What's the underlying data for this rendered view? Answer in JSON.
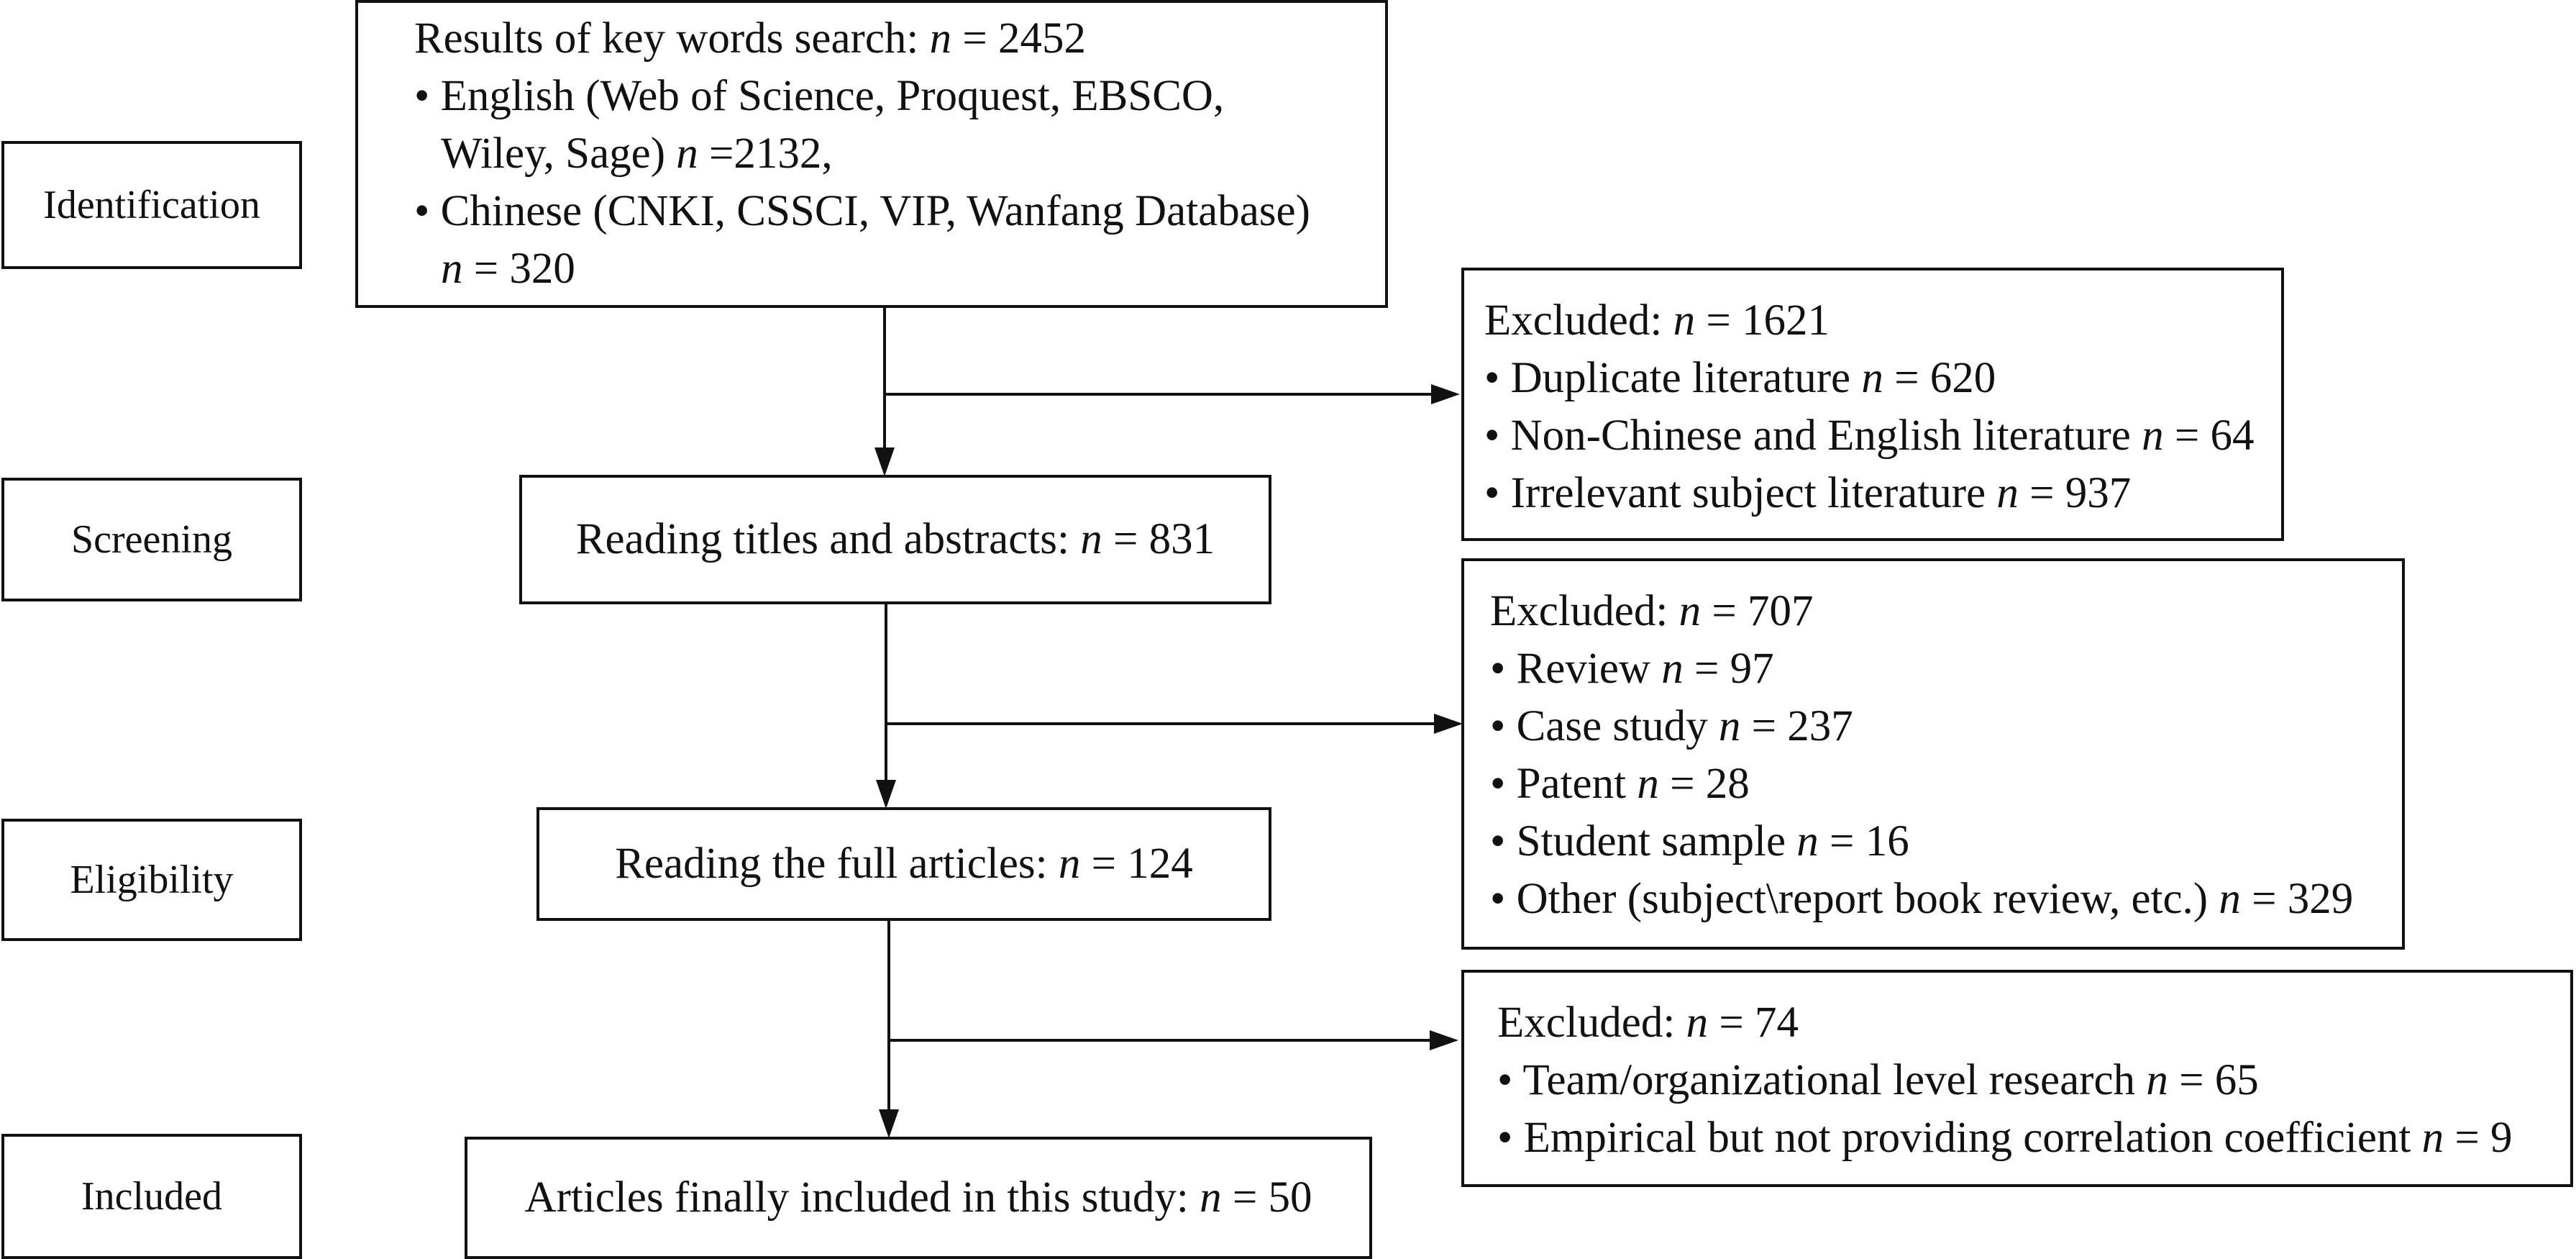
{
  "stages": {
    "identification": "Identification",
    "screening": "Screening",
    "eligibility": "Eligibility",
    "included": "Included"
  },
  "search_box": {
    "line1_text": "Results of key words search: ",
    "line1_n": "n",
    "line1_val": " = 2452",
    "line2_text": "• English (Web of Science, Proquest, EBSCO,",
    "line3_text": "Wiley, Sage) ",
    "line3_n": "n",
    "line3_val": " =2132,",
    "line4_text": "• Chinese (CNKI, CSSCI, VIP, Wanfang Database)",
    "line5_n": "n",
    "line5_val": " = 320"
  },
  "excluded1": {
    "head_text": "Excluded: ",
    "head_n": "n",
    "head_val": " = 1621",
    "items": [
      {
        "text": "• Duplicate literature ",
        "n": "n",
        "val": " = 620"
      },
      {
        "text": "• Non-Chinese and English literature ",
        "n": "n",
        "val": " = 64"
      },
      {
        "text": "• Irrelevant subject literature ",
        "n": "n",
        "val": " = 937"
      }
    ]
  },
  "screening_box": {
    "text": "Reading titles and abstracts: ",
    "n": "n",
    "val": " = 831"
  },
  "excluded2": {
    "head_text": "Excluded: ",
    "head_n": "n",
    "head_val": " = 707",
    "items": [
      {
        "text": "• Review ",
        "n": "n",
        "val": " = 97"
      },
      {
        "text": "• Case study ",
        "n": "n",
        "val": " = 237"
      },
      {
        "text": "• Patent ",
        "n": "n",
        "val": " = 28"
      },
      {
        "text": "• Student sample ",
        "n": "n",
        "val": " = 16"
      },
      {
        "text": "• Other (subject\\report book review, etc.) ",
        "n": "n",
        "val": " = 329"
      }
    ]
  },
  "eligibility_box": {
    "text": "Reading the full articles: ",
    "n": "n",
    "val": " = 124"
  },
  "excluded3": {
    "head_text": "Excluded: ",
    "head_n": "n",
    "head_val": " = 74",
    "items": [
      {
        "text": "• Team/organizational level research ",
        "n": "n",
        "val": " = 65"
      },
      {
        "text": "• Empirical but not providing correlation coefficient ",
        "n": "n",
        "val": " = 9"
      }
    ]
  },
  "included_box": {
    "text": "Articles finally included in this study: ",
    "n": "n",
    "val": " = 50"
  }
}
